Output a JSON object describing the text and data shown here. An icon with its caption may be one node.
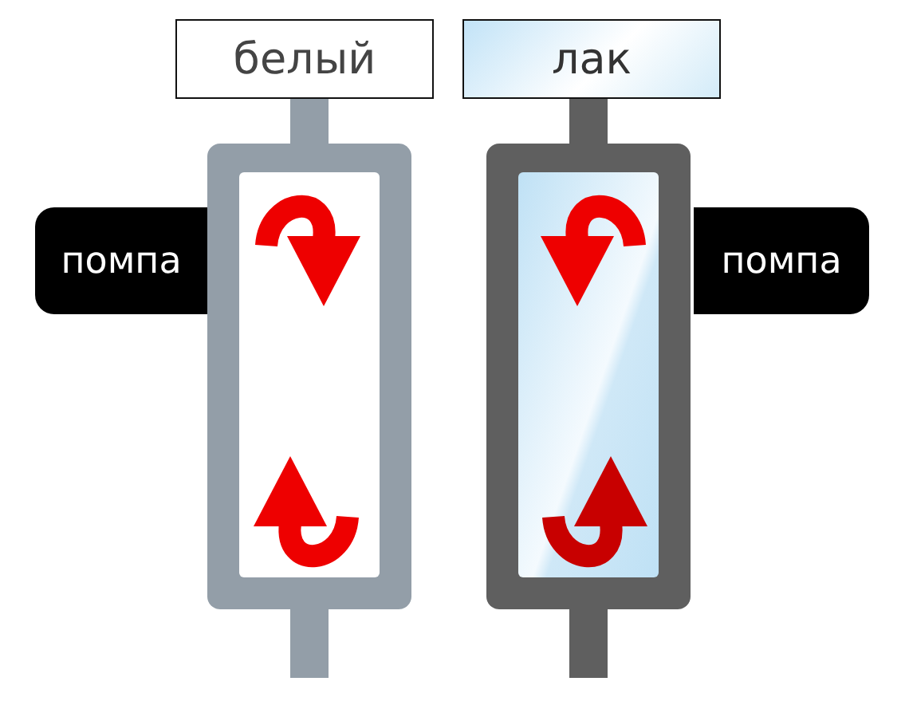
{
  "diagram": {
    "nodes": [
      {
        "text": [
          "белый"
        ]
      },
      {
        "text": [
          "лак"
        ]
      },
      {
        "text": [
          "помпа"
        ]
      },
      {
        "text": [
          "помпа"
        ]
      }
    ]
  }
}
